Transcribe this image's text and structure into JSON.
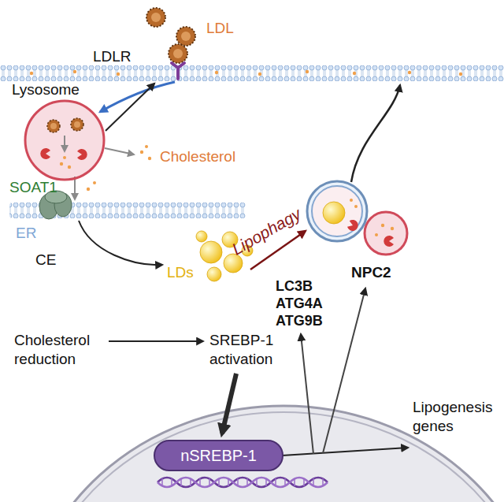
{
  "diagram": {
    "nodes": [
      {
        "text": [
          "Lysosome"
        ]
      },
      {
        "text": [
          "nSREBP-1"
        ]
      }
    ],
    "labels": [
      "LDL",
      "LDLR",
      "Cholesterol",
      "SOAT1",
      "ER",
      "CE",
      "LDs",
      "Lipophagy",
      "LC3B",
      "ATG4A",
      "ATG9B",
      "NPC2",
      "Cholesterol reduction",
      "SREBP-1 activation",
      "Lipogenesis genes"
    ]
  }
}
